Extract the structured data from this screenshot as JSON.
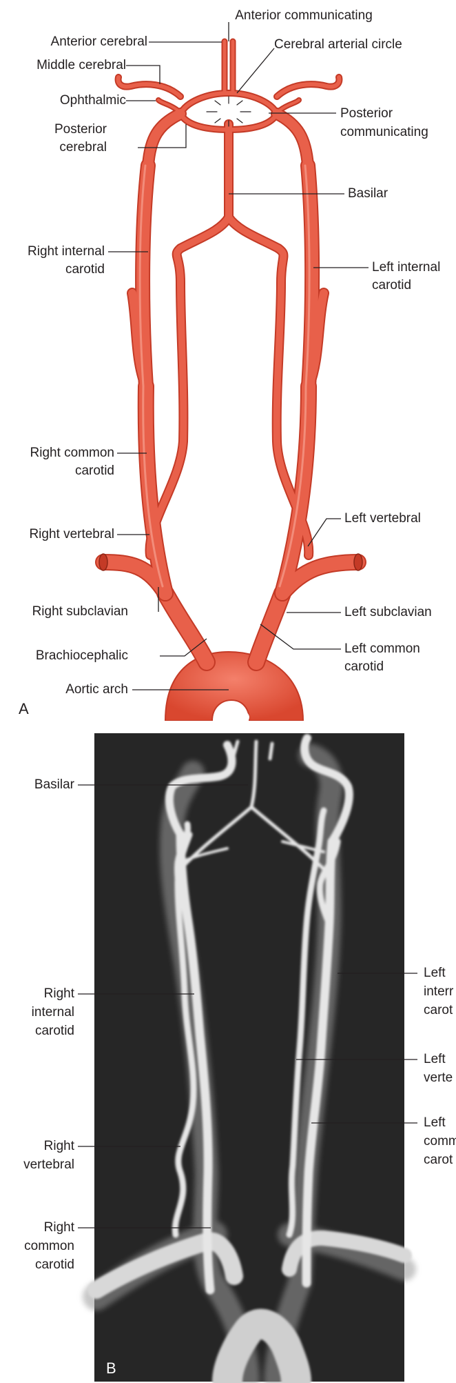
{
  "colors": {
    "artery_fill": "#e8604a",
    "artery_edge": "#c43a26",
    "artery_highlight": "#f7a08e",
    "leader_line": "#231f20",
    "angiogram_background": "#262626",
    "angiogram_vessel": "#e6e6e6"
  },
  "panel_a": {
    "letter": "A",
    "labels": {
      "anterior_communicating": "Anterior communicating",
      "anterior_cerebral": "Anterior cerebral",
      "cerebral_arterial_circle": "Cerebral arterial circle",
      "middle_cerebral": "Middle cerebral",
      "ophthalmic": "Ophthalmic",
      "posterior_communicating": [
        "Posterior",
        "communicating"
      ],
      "posterior_cerebral": [
        "Posterior",
        "cerebral"
      ],
      "basilar": "Basilar",
      "right_internal_carotid": [
        "Right internal",
        "carotid"
      ],
      "left_internal_carotid": [
        "Left internal",
        "carotid"
      ],
      "right_common_carotid": [
        "Right common",
        "carotid"
      ],
      "left_vertebral": "Left vertebral",
      "right_vertebral": "Right vertebral",
      "right_subclavian": "Right subclavian",
      "left_subclavian": "Left subclavian",
      "brachiocephalic": "Brachiocephalic",
      "left_common_carotid": [
        "Left common",
        "carotid"
      ],
      "aortic_arch": "Aortic arch"
    }
  },
  "panel_b": {
    "letter": "B",
    "labels": {
      "basilar": "Basilar",
      "right_internal_carotid": [
        "Right",
        "internal",
        "carotid"
      ],
      "right_vertebral": [
        "Right",
        "vertebral"
      ],
      "right_common_carotid": [
        "Right",
        "common",
        "carotid"
      ],
      "left_internal_carotid": [
        "Left",
        "interr",
        "carot"
      ],
      "left_vertebral": [
        "Left",
        "verte"
      ],
      "left_common_carotid": [
        "Left",
        "comm",
        "carot"
      ]
    }
  }
}
